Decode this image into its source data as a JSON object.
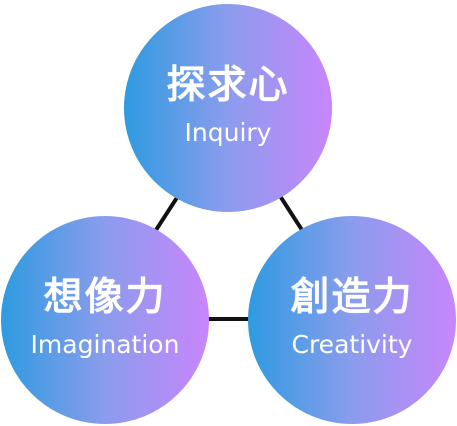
{
  "colors": {
    "gradient_start": "#2e9be0",
    "gradient_mid": "#8b9ced",
    "gradient_end": "#c886fb",
    "connector": "#111111",
    "text": "#ffffff"
  },
  "nodes": {
    "inquiry": {
      "title": "探求心",
      "subtitle": "Inquiry"
    },
    "imagination": {
      "title": "想像力",
      "subtitle": "Imagination"
    },
    "creativity": {
      "title": "創造力",
      "subtitle": "Creativity"
    }
  }
}
